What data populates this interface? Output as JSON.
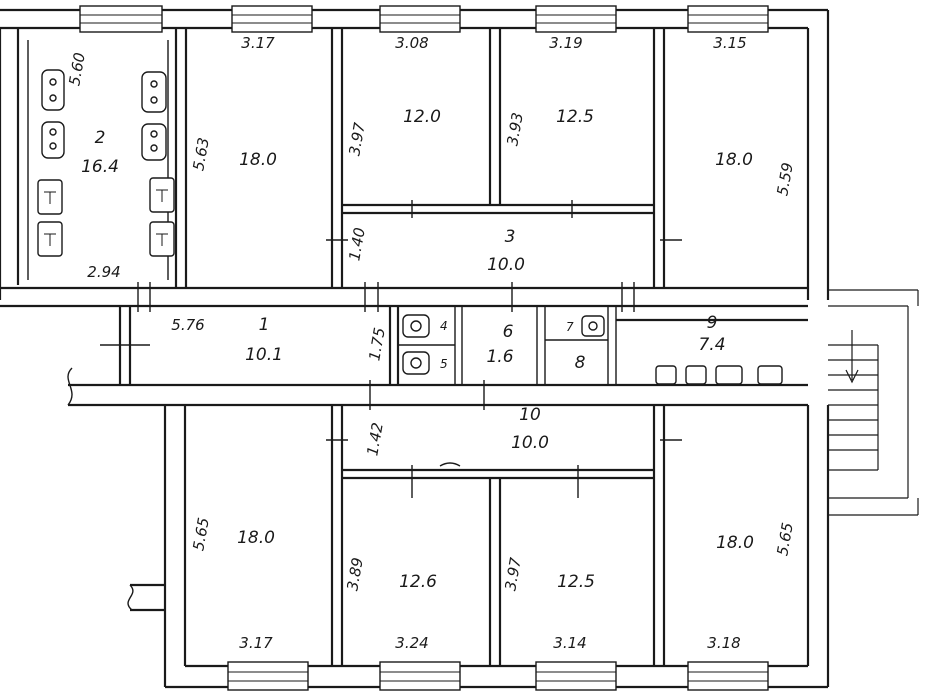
{
  "rooms": [
    {
      "id": "r2",
      "number": "2",
      "area": "16.4"
    },
    {
      "id": "r-nw-1",
      "number": "",
      "area": "18.0"
    },
    {
      "id": "r-nw-2",
      "number": "",
      "area": "12.0"
    },
    {
      "id": "r-nw-3",
      "number": "",
      "area": "12.5"
    },
    {
      "id": "r-ne",
      "number": "",
      "area": "18.0"
    },
    {
      "id": "r3",
      "number": "3",
      "area": "10.0"
    },
    {
      "id": "r1",
      "number": "1",
      "area": "10.1"
    },
    {
      "id": "r6",
      "number": "6",
      "area": "1.6"
    },
    {
      "id": "r8",
      "number": "",
      "area": "8"
    },
    {
      "id": "r9",
      "number": "9",
      "area": "7.4"
    },
    {
      "id": "r10",
      "number": "10",
      "area": "10.0"
    },
    {
      "id": "r-sw",
      "number": "",
      "area": "18.0"
    },
    {
      "id": "r-s-2",
      "number": "",
      "area": "12.6"
    },
    {
      "id": "r-s-3",
      "number": "",
      "area": "12.5"
    },
    {
      "id": "r-se",
      "number": "",
      "area": "18.0"
    }
  ],
  "small_labels": {
    "wc4": "4",
    "wc5": "5",
    "r7": "7"
  },
  "dimensions": {
    "top": [
      "3.17",
      "3.08",
      "3.19",
      "3.15"
    ],
    "bottom": [
      "3.17",
      "3.24",
      "3.14",
      "3.18"
    ],
    "side_top": [
      "5.60",
      "5.63",
      "3.97",
      "3.93",
      "5.59",
      "1.40"
    ],
    "side_bottom": [
      "5.65",
      "3.89",
      "3.97",
      "5.65",
      "1.42"
    ],
    "corridor": [
      "5.76",
      "1.75",
      "2.94"
    ]
  }
}
